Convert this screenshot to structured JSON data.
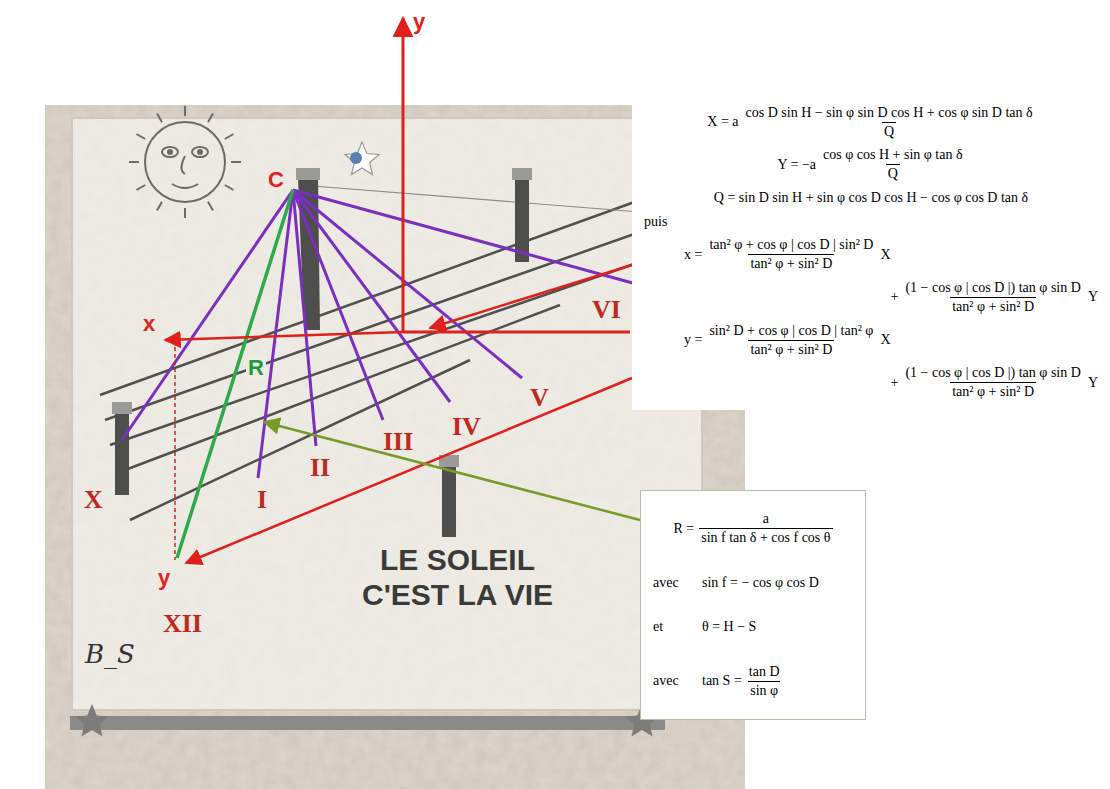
{
  "diagram": {
    "nodes": [
      {
        "text": [
          "X = a",
          "cos D sin H − sin φ sin D cos H + cos φ sin D tan δ",
          "Q",
          "Y = −a",
          "cos φ cos H + sin φ tan δ",
          "Q",
          "Q = sin D sin H + sin φ cos D cos H − cos φ cos D tan δ",
          "puis",
          "x =",
          "tan² φ + cos φ | cos D | sin² D",
          "tan² φ + sin² D",
          "X",
          "+",
          "(1 − cos φ | cos D |) tan φ sin D",
          "tan² φ + sin² D",
          "Y",
          "y =",
          "sin² D + cos φ | cos D | tan² φ",
          "tan² φ + sin² D",
          "X",
          "+",
          "(1 − cos φ | cos D |) tan φ sin D",
          "tan² φ + sin² D",
          "Y"
        ]
      },
      {
        "text": [
          "R =",
          "a",
          "sin f tan δ + cos f cos θ",
          "avec",
          "sin f = − cos φ cos D",
          "et",
          "θ = H − S",
          "avec",
          "tan S =",
          "tan D",
          "sin φ"
        ]
      }
    ],
    "labels": [
      "y",
      "C",
      "x",
      "R",
      "y",
      "XII",
      "I",
      "II",
      "III",
      "IV",
      "V",
      "VI",
      "X",
      "LE SOLEIL C'EST LA VIE",
      "B_S"
    ]
  }
}
